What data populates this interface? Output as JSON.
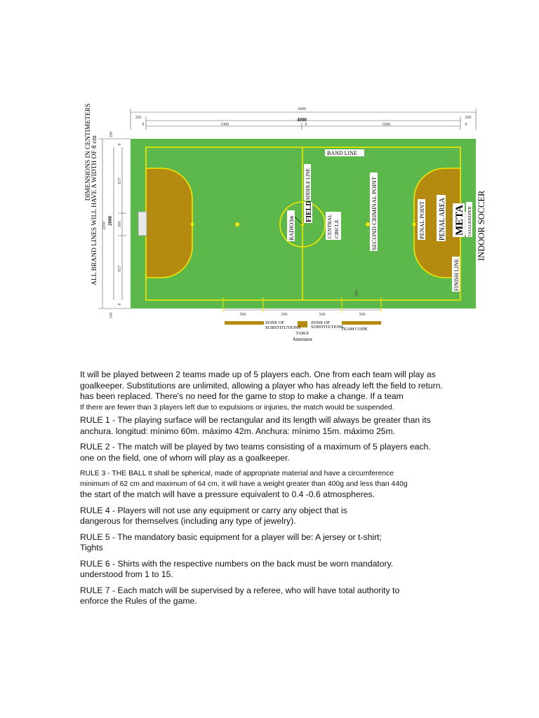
{
  "diagram": {
    "dims": {
      "total_length": "4400",
      "field_length": "4000",
      "outer_margin": "200",
      "line_width": "8",
      "half_length": "1988",
      "center_line": "8",
      "total_width": "2200",
      "field_width": "2000",
      "outer_side": "100",
      "goal_side": "837",
      "goal_width": "300",
      "line_w_v": "8",
      "sub_zone": "500"
    },
    "labels": {
      "vertical_note_1": "DIMENSIONS IN CENTIMETERS",
      "vertical_note_2": "ALL BRAND LINES WILL HAVE A WIDTH OF 8 cm",
      "band_line": "BAND LINE",
      "middle_line": "MIDDLE LINE",
      "field": "FIELD",
      "radio": "RADIO3m",
      "central_circle_1": "CENTRAL",
      "central_circle_2": "CIRCLE",
      "second_point": "SECOND CRIMINAL POINT",
      "penal_point": "PENAL POINT",
      "penal_area": "PENAL AREA",
      "meta": "META",
      "goalkeeper": "GOALKEEPER",
      "finish_line": "FINISH LINE",
      "indoor_soccer": "INDOOR SOCCER",
      "zone_sub_left_1": "ZONE OF",
      "zone_sub_left_2": "SUBSTITUTIONS",
      "table": "TABLE",
      "annotator": "Annotator",
      "zone_sub_right_1": "ZONE OF",
      "zone_sub_right_2": "SUBSTITUTIONS",
      "team_code": "TEAM CODE"
    },
    "colors": {
      "pitch": "#5cb84a",
      "lines": "#f2e600",
      "area": "#b58a10",
      "goal": "#e8e8e8"
    }
  },
  "text": {
    "intro_1": "It will be played between 2 teams made up of 5 players each. One from each team will play as",
    "intro_2": "goalkeeper. Substitutions are unlimited, allowing a player who has already left the field to return.",
    "intro_3": "has been replaced. There's no need for the game to stop to make a change. If a team",
    "intro_4": "If there are fewer than 3 players left due to expulsions or injuries, the match would be suspended.",
    "rule1_1": "RULE 1 - The playing surface will be rectangular and its length will always be greater than its",
    "rule1_2": "anchura. longitud: mínimo 60m. máximo 42m. Anchura: mínimo 15m. máximo 25m.",
    "rule2_1": "RULE 2 - The match will be played by two teams consisting of a maximum of 5 players each.",
    "rule2_2": "one on the field, one of whom will play as a goalkeeper.",
    "rule3_1": "RULE 3 - THE BALL It shall be spherical, made of appropriate material and have a circumference",
    "rule3_2": "minimum of 62 cm and maximum of 64 cm, it will have a weight greater than 400g and less than 440g",
    "rule3_3": "the start of the match will have a pressure equivalent to 0.4 -0.6 atmospheres.",
    "rule4_1": "RULE 4 - Players will not use any equipment or carry any object that is",
    "rule4_2": "dangerous for themselves (including any type of jewelry).",
    "rule5_1": "RULE 5 - The mandatory basic equipment for a player will be: A jersey or t-shirt;",
    "rule5_2": "Tights",
    "rule6_1": "RULE 6 - Shirts with the respective numbers on the back must be worn mandatory.",
    "rule6_2": "understood from 1 to 15.",
    "rule7_1": "RULE 7 - Each match will be supervised by a referee, who will have total authority to",
    "rule7_2": "enforce the Rules of the game."
  }
}
